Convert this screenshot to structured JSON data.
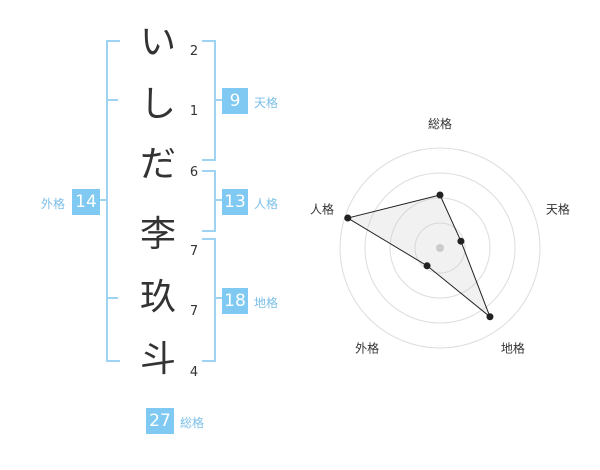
{
  "name": {
    "chars": [
      {
        "char": "い",
        "strokes": "2"
      },
      {
        "char": "し",
        "strokes": "1"
      },
      {
        "char": "だ",
        "strokes": "6"
      },
      {
        "char": "李",
        "strokes": "7"
      },
      {
        "char": "玖",
        "strokes": "7"
      },
      {
        "char": "斗",
        "strokes": "4"
      }
    ]
  },
  "kakusu": {
    "tenkaku": {
      "value": "9",
      "label": "天格"
    },
    "jinkaku": {
      "value": "13",
      "label": "人格"
    },
    "chikaku": {
      "value": "18",
      "label": "地格"
    },
    "gaikaku": {
      "value": "14",
      "label": "外格"
    },
    "soukaku": {
      "value": "27",
      "label": "総格"
    }
  },
  "radar": {
    "axes": [
      "総格",
      "天格",
      "地格",
      "外格",
      "人格"
    ],
    "values": [
      0.53,
      0.22,
      0.85,
      0.22,
      0.97
    ],
    "max": 1,
    "rings": 4
  },
  "colors": {
    "accent": "#7fc9f2",
    "bracket": "#9fd3f2",
    "label": "#7bbfe8"
  }
}
